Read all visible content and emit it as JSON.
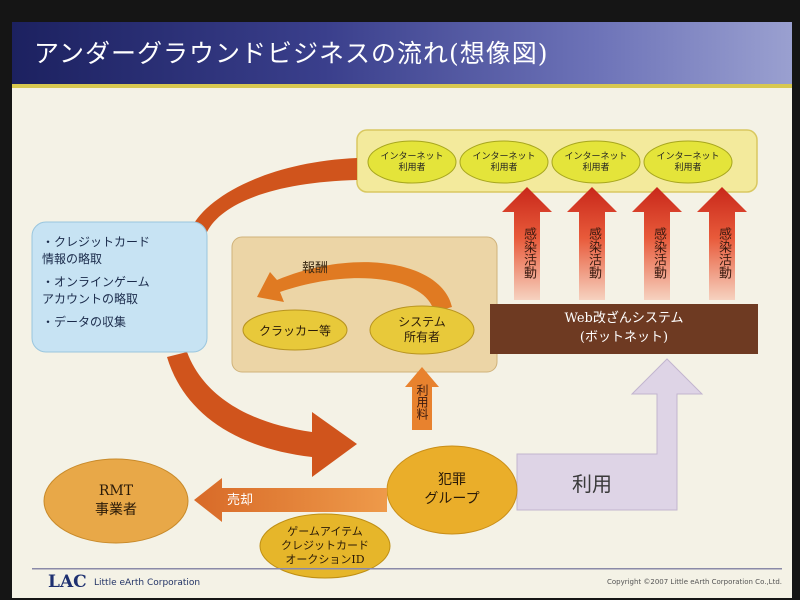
{
  "title": "アンダーグラウンドビジネスの流れ(想像図)",
  "users": [
    {
      "line1": "インターネット",
      "line2": "利用者"
    },
    {
      "line1": "インターネット",
      "line2": "利用者"
    },
    {
      "line1": "インターネット",
      "line2": "利用者"
    },
    {
      "line1": "インターネット",
      "line2": "利用者"
    }
  ],
  "infection_labels": [
    "感染活動",
    "感染活動",
    "感染活動",
    "感染活動"
  ],
  "crimes": [
    "・クレジットカード",
    "情報の略取",
    "・オンラインゲーム",
    "アカウントの略取",
    "・データの収集"
  ],
  "reward_label": "報酬",
  "cracker_label": "クラッカー等",
  "system_owner": {
    "line1": "システム",
    "line2": "所有者"
  },
  "botnet": {
    "line1": "Web改ざんシステム",
    "line2": "(ボットネット)"
  },
  "fee_label": "利用料",
  "use_label": "利用",
  "crime_group": {
    "line1": "犯罪",
    "line2": "グループ"
  },
  "sale_label": "売却",
  "rmt": {
    "line1": "RMT",
    "line2": "事業者"
  },
  "goods": {
    "line1": "ゲームアイテム",
    "line2": "クレジットカード",
    "line3": "オークションID"
  },
  "footer": {
    "logo": "LAC",
    "company": "Little eArth Corporation",
    "copyright": "Copyright ©2007 Little eArth Corporation Co.,Ltd."
  }
}
